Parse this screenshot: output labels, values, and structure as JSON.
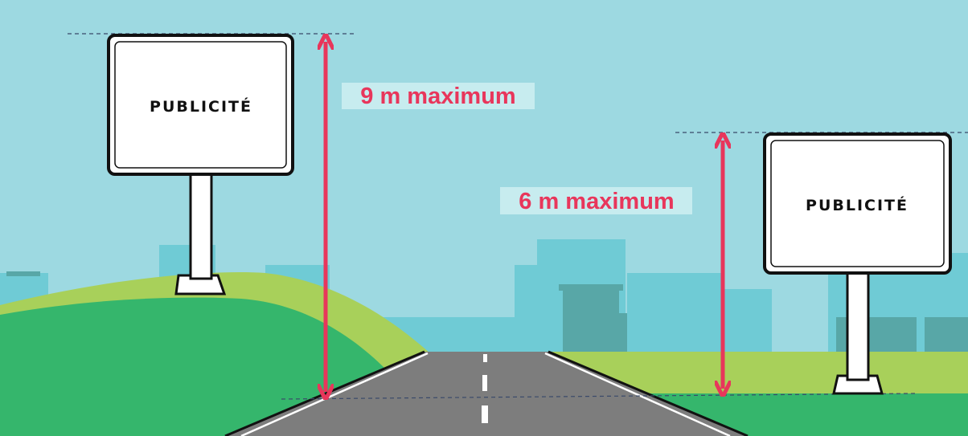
{
  "signs": {
    "left": {
      "label": "PUBLICITÉ"
    },
    "right": {
      "label": "PUBLICITÉ"
    }
  },
  "dimensions": {
    "left": {
      "label": "9 m maximum"
    },
    "right": {
      "label": "6 m maximum"
    }
  },
  "colors": {
    "sky": "#9dd9e1",
    "buildings_light": "#6fcbd5",
    "buildings_dark": "#58a7a7",
    "hill_light": "#a8d05a",
    "hill_dark": "#35b66c",
    "road": "#7d7d7d",
    "arrow": "#e8365b",
    "label_bg": "#c7ecef"
  }
}
